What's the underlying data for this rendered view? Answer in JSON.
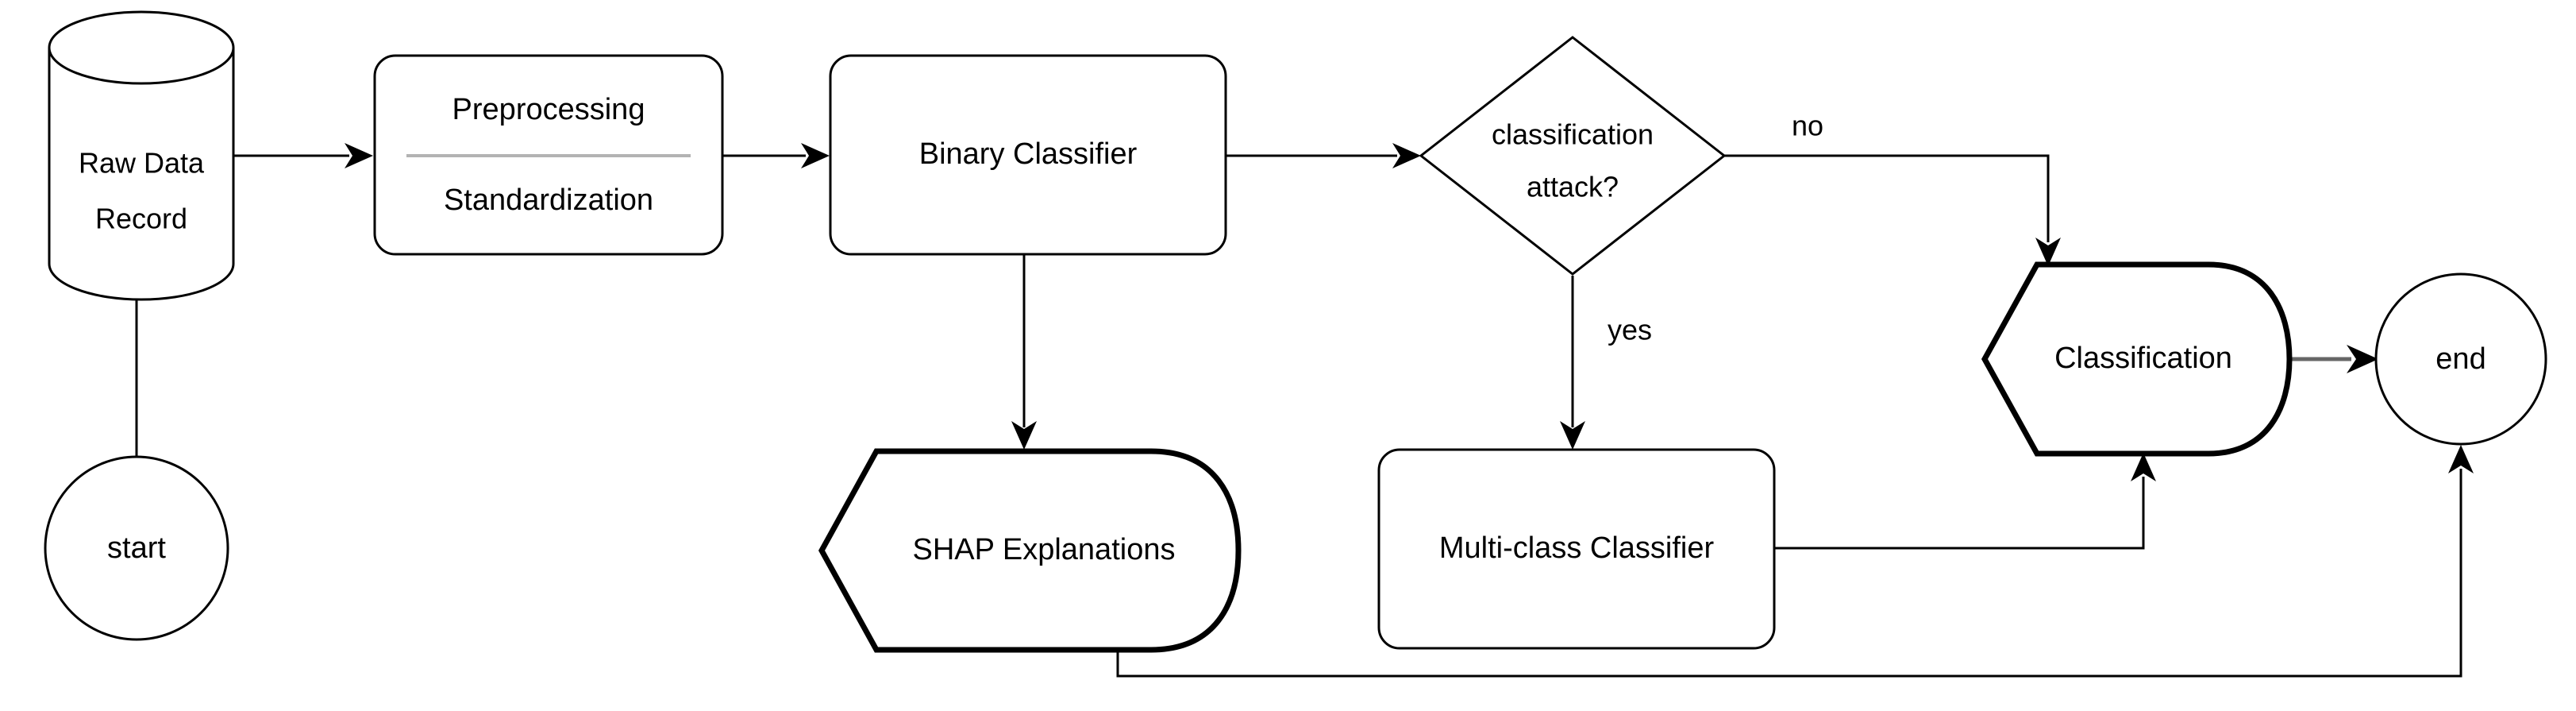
{
  "diagram": {
    "title": "Intrusion detection classification pipeline flowchart",
    "background_color": "#ffffff",
    "stroke_color": "#000000",
    "divider_color": "#b3b3b3",
    "gray_edge_color": "#666666",
    "nodes": {
      "start": {
        "label": "start",
        "shape": "circle"
      },
      "raw_data": {
        "label_line1": "Raw Data",
        "label_line2": "Record",
        "shape": "cylinder"
      },
      "preprocessing": {
        "label_line1": "Preprocessing",
        "label_line2": "Standardization",
        "shape": "rounded-rect-divided"
      },
      "binary_classifier": {
        "label": "Binary Classifier",
        "shape": "rounded-rect"
      },
      "decision": {
        "label_line1": "classification",
        "label_line2": "attack?",
        "shape": "diamond"
      },
      "shap": {
        "label": "SHAP Explanations",
        "shape": "display"
      },
      "multiclass": {
        "label": "Multi-class Classifier",
        "shape": "rounded-rect"
      },
      "classification": {
        "label": "Classification",
        "shape": "display"
      },
      "end": {
        "label": "end",
        "shape": "circle"
      }
    },
    "edge_labels": {
      "no": "no",
      "yes": "yes"
    }
  }
}
